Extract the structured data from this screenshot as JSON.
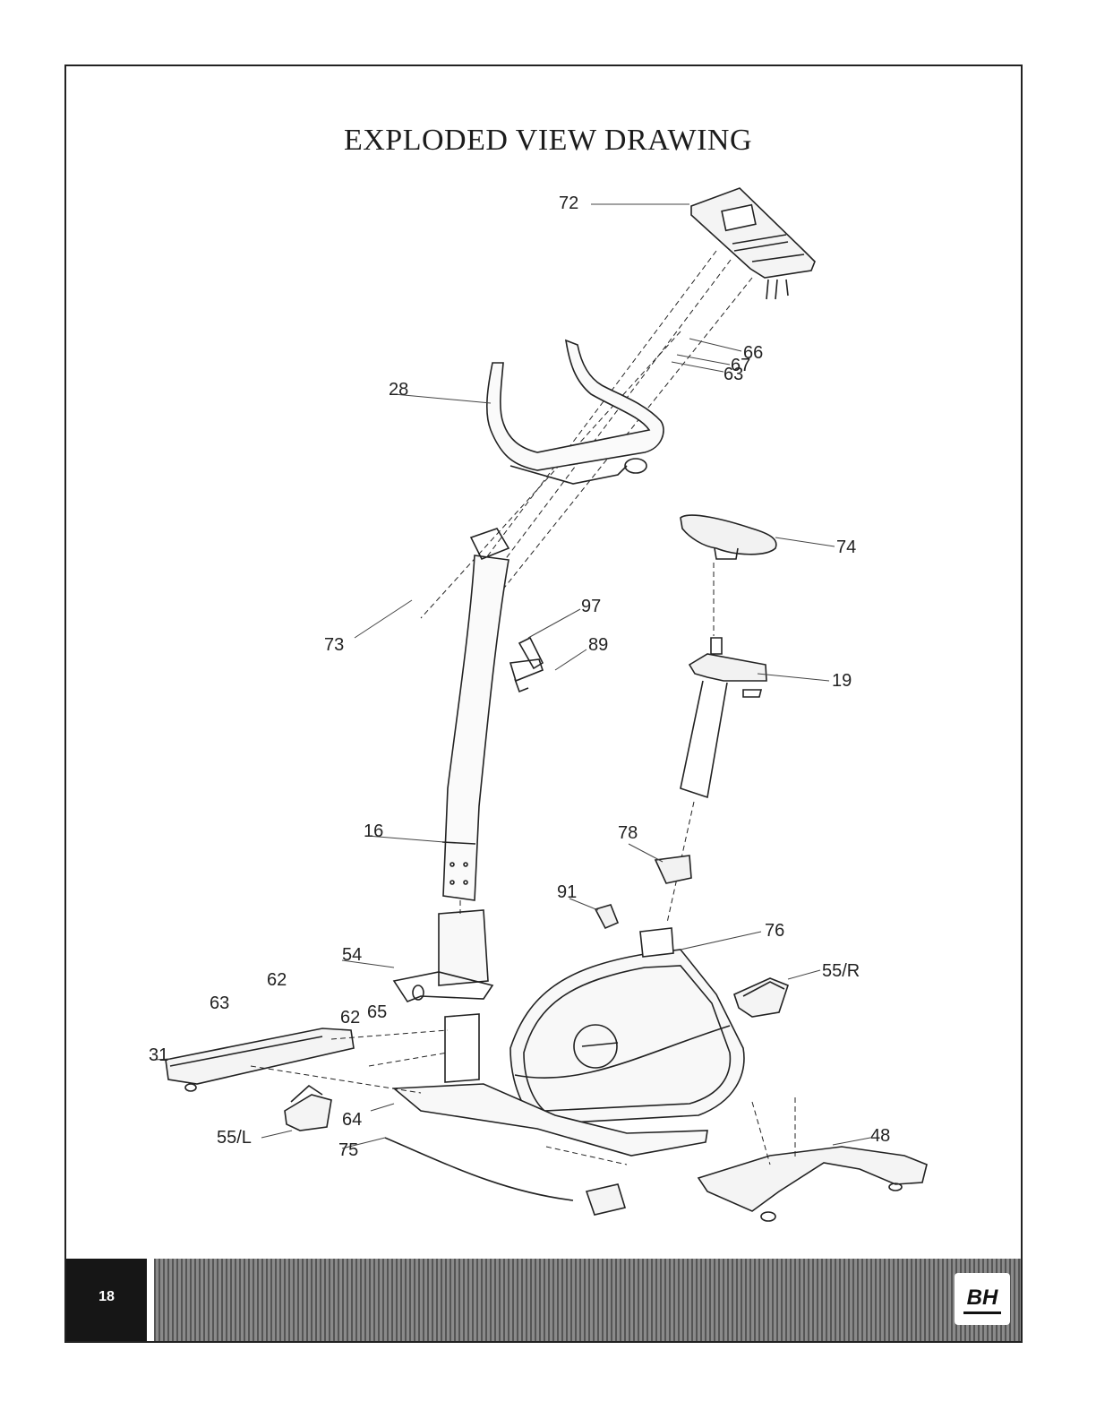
{
  "title": "EXPLODED VIEW DRAWING",
  "page_number": "18",
  "brand": "BH",
  "parts": {
    "p72": "72",
    "p66": "66",
    "p67": "67",
    "p63_top": "63",
    "p28": "28",
    "p74": "74",
    "p97": "97",
    "p89": "89",
    "p73": "73",
    "p19": "19",
    "p16": "16",
    "p78": "78",
    "p91": "91",
    "p76": "76",
    "p54": "54",
    "p55r": "55/R",
    "p62a": "62",
    "p63_bot": "63",
    "p62b": "62",
    "p65": "65",
    "p31": "31",
    "p64": "64",
    "p55l": "55/L",
    "p75": "75",
    "p48": "48"
  }
}
